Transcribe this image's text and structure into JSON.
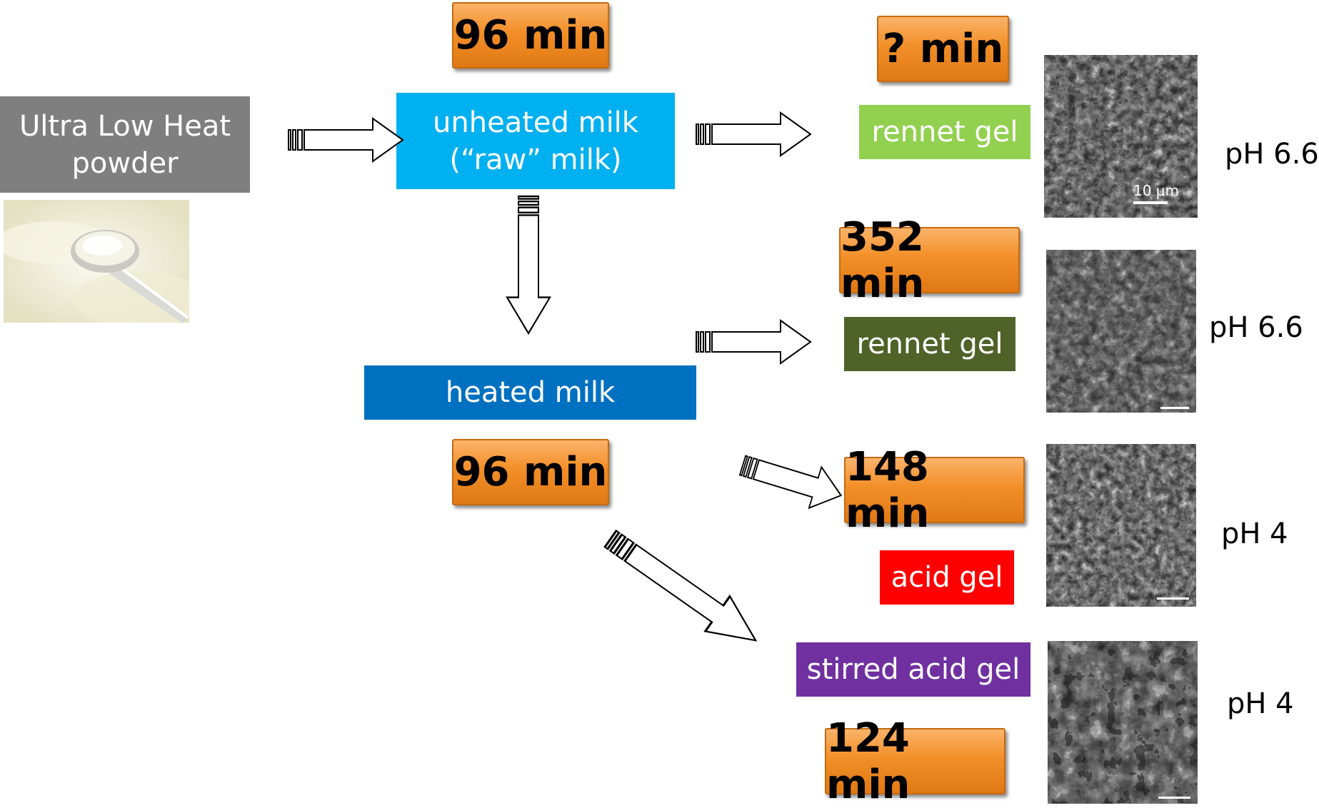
{
  "nodes": {
    "ulh_powder": "Ultra Low Heat\npowder",
    "unheated_milk": "unheated milk\n(“raw” milk)",
    "heated_milk": "heated milk",
    "rennet_gel_raw": "rennet gel",
    "rennet_gel_heated": "rennet gel",
    "acid_gel": "acid gel",
    "stirred_acid_gel": "stirred acid gel"
  },
  "timers": {
    "unheated": "96 min",
    "rennet_raw": "? min",
    "rennet_heated": "352 min",
    "heated": "96 min",
    "acid": "148 min",
    "stirred": "124 min"
  },
  "ph_labels": {
    "row1": "pH 6.6",
    "row2": "pH 6.6",
    "row3": "pH 4",
    "row4": "pH 4"
  },
  "micrographs": {
    "scale_label": "10 µm"
  },
  "colors": {
    "powder_box": "#7f7f7f",
    "unheated_milk": "#00b0f0",
    "heated_milk": "#0070c0",
    "rennet_raw": "#92d050",
    "rennet_heated": "#4f6228",
    "acid_gel": "#ff0000",
    "stirred_acid_gel": "#7030a0",
    "timer": "#f28f28"
  },
  "icons": {
    "arrow": "striped-block-arrow-icon",
    "photo": "milk-powder-scoop-photo"
  }
}
